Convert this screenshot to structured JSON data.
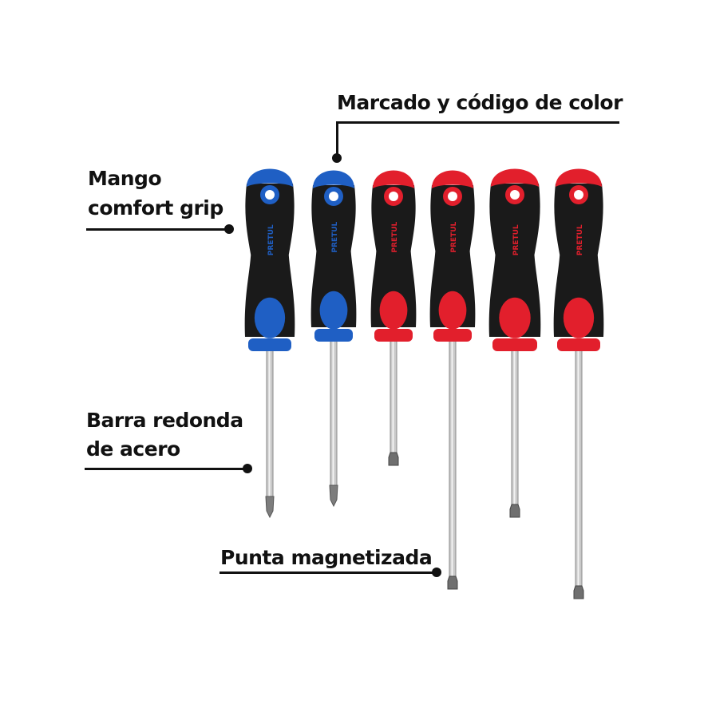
{
  "callouts": {
    "marking": "Marcado y código de color",
    "grip_line1": "Mango",
    "grip_line2": "comfort grip",
    "bar_line1": "Barra redonda",
    "bar_line2": "de acero",
    "tip": "Punta magnetizada"
  },
  "brand": "PRETUL",
  "colors": {
    "blue": "#1f5fc4",
    "red": "#e21f2c",
    "handle": "#1a1a1a",
    "shaft": "#c9c9c9"
  },
  "screwdrivers": [
    {
      "color": "blue",
      "tip": "phillips"
    },
    {
      "color": "blue",
      "tip": "phillips"
    },
    {
      "color": "red",
      "tip": "slotted"
    },
    {
      "color": "red",
      "tip": "slotted"
    },
    {
      "color": "red",
      "tip": "slotted"
    },
    {
      "color": "red",
      "tip": "slotted"
    }
  ]
}
